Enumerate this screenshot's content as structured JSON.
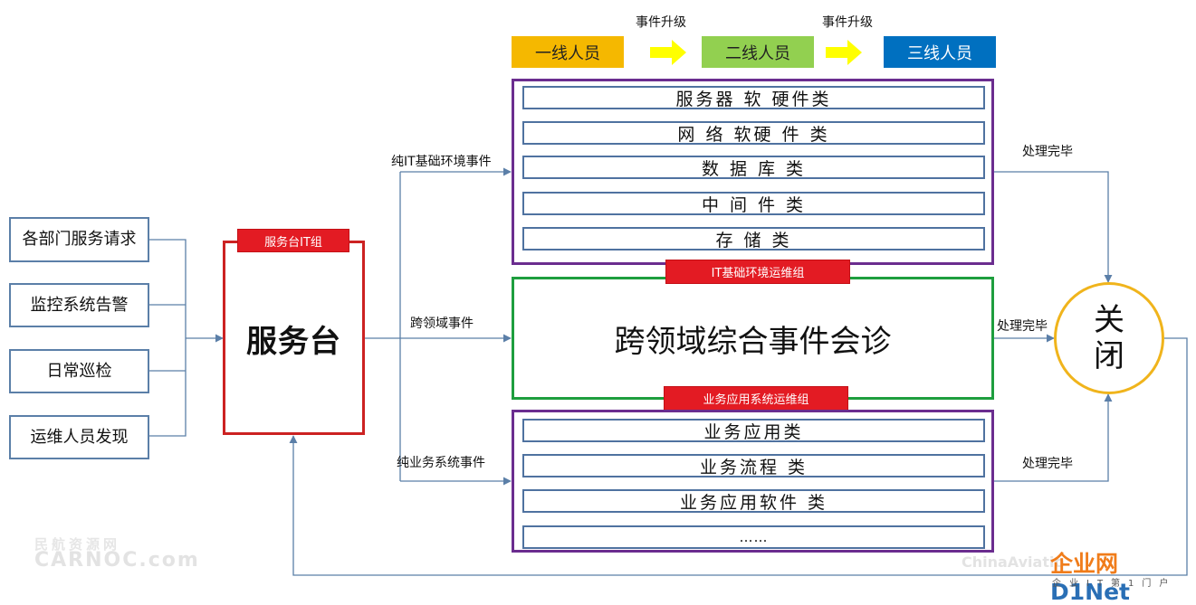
{
  "colors": {
    "source_border": "#5b7fa8",
    "service_desk_border": "#cc2222",
    "red_tag": "#e31b23",
    "tier1": "#f5b800",
    "tier2": "#92d050",
    "tier3": "#0070c0",
    "escalation_arrow": "#ffff00",
    "group_border": "#6b2d8f",
    "cross_domain_border": "#1e9e3e",
    "close_border": "#f0b41c",
    "connector": "#5b7fa8"
  },
  "sources": [
    {
      "label": "各部门服务请求"
    },
    {
      "label": "监控系统告警"
    },
    {
      "label": "日常巡检"
    },
    {
      "label": "运维人员发现"
    }
  ],
  "service_desk": {
    "tag": "服务台IT组",
    "title": "服务台"
  },
  "tiers": {
    "tier1": "一线人员",
    "tier2": "二线人员",
    "tier3": "三线人员",
    "escalation_1": "事件升级",
    "escalation_2": "事件升级"
  },
  "infra_group": {
    "items": [
      "服务器 软 硬件类",
      "网 络 软硬 件 类",
      "数 据 库 类",
      "中 间 件 类",
      "存 储 类"
    ],
    "tag": "IT基础环境运维组"
  },
  "cross_domain": {
    "title": "跨领域综合事件会诊"
  },
  "app_group": {
    "tag": "业务应用系统运维组",
    "items": [
      "业务应用类",
      "业务流程 类",
      "业务应用软件 类",
      "……"
    ]
  },
  "edge_labels": {
    "pure_it": "纯IT基础环境事件",
    "cross": "跨领域事件",
    "pure_business": "纯业务系统事件",
    "done_top": "处理完毕",
    "done_middle": "处理完毕",
    "done_bottom": "处理完毕"
  },
  "close": {
    "label": "关闭"
  },
  "watermarks": {
    "carnoc_cn": "民航资源网",
    "carnoc_en": "CARNOC.com",
    "china_aviation": "ChinaAviatio",
    "d1net_a": "企业网",
    "d1net_b": "D1Net",
    "d1net_sub": "企业IT第1门户"
  }
}
